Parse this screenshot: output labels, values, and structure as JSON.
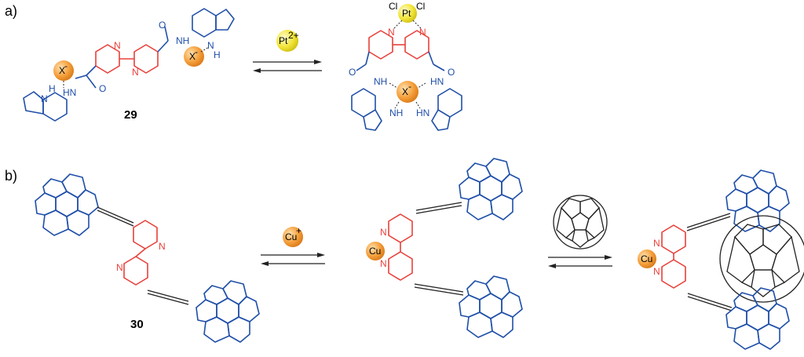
{
  "panels": {
    "a": {
      "label": "a)",
      "compound": "29",
      "cation": "Pt",
      "cation_charge": "2+",
      "anion": "X",
      "anion_charge": "-",
      "metal_ligand": "Cl"
    },
    "b": {
      "label": "b)",
      "compound": "30",
      "cation": "Cu",
      "cation_charge": "+",
      "bound_metal": "Cu"
    }
  },
  "atoms": {
    "N": "N",
    "H": "H",
    "O": "O",
    "NH": "NH",
    "HN": "HN"
  },
  "colors": {
    "blue": "#1f4fa8",
    "red": "#e8403a",
    "orange_ball": "#f5a03c",
    "yellow_ball": "#f3e63b",
    "black": "#222222"
  }
}
